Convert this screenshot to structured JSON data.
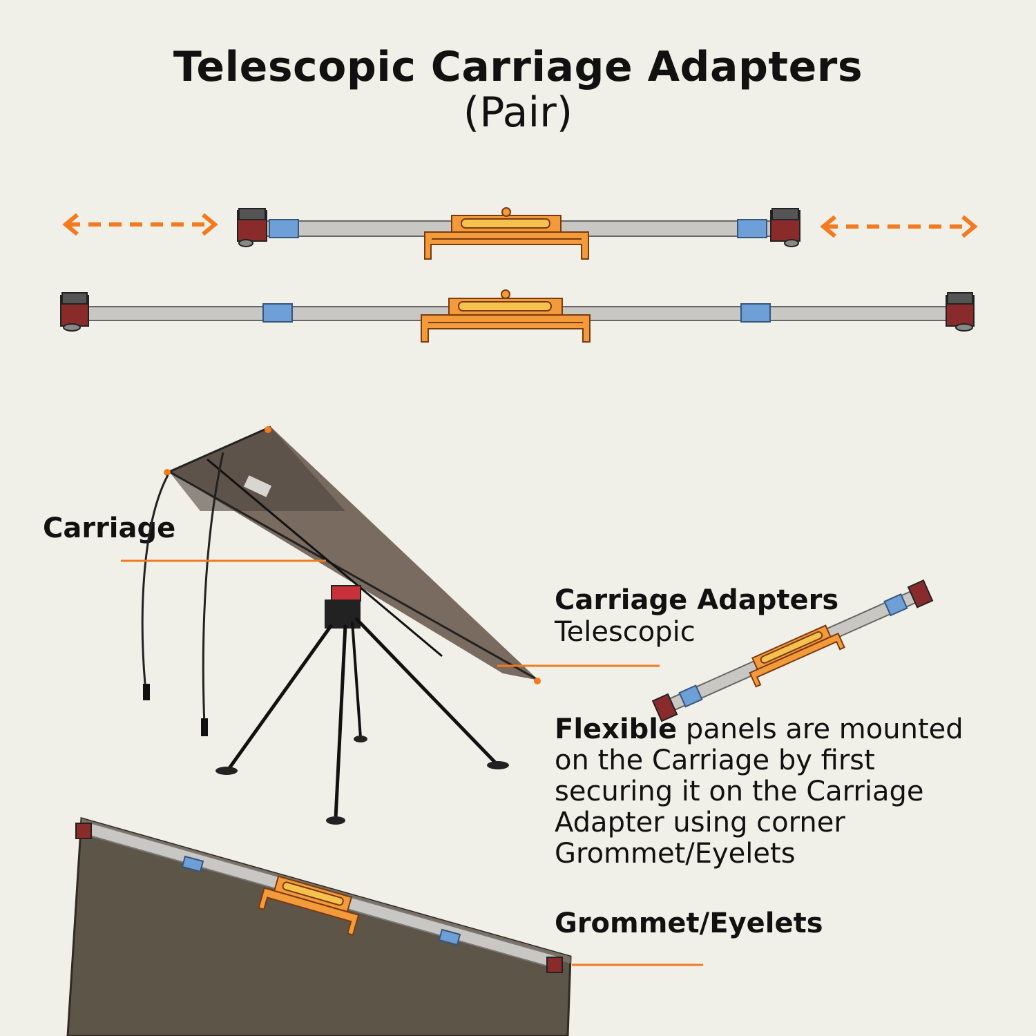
{
  "title": "Telescopic Carriage Adapters",
  "subtitle": "(Pair)",
  "labels": {
    "carriage": "Carriage",
    "adapters_title": "Carriage Adapters",
    "adapters_subtitle": "Telescopic",
    "description_bold": "Flexible",
    "description_rest": "panels are mounted on the Carriage by first securing it on the Carriage Adapter using corner Grommet/Eyelets",
    "grommet": "Grommet/Eyelets"
  },
  "colors": {
    "background": "#f1f0e8",
    "accent_orange": "#f47a20",
    "carriage_orange": "#f39a3b",
    "tube_gray": "#c9c7c3",
    "collar_blue": "#6e9fd6",
    "endcap_red": "#8a2b2b",
    "panel_dark": "#5d5547"
  },
  "icons": [
    "double-arrow-left-icon",
    "double-arrow-right-icon"
  ]
}
